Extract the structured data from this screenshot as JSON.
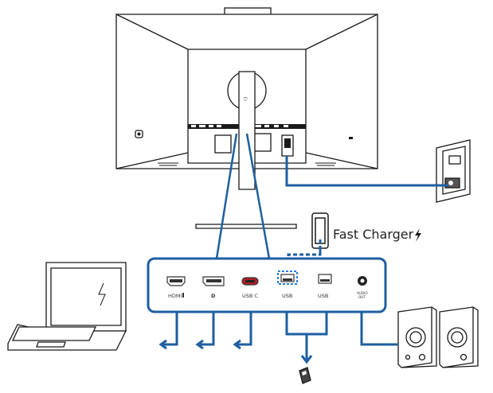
{
  "charger": {
    "label": "Fast Charger",
    "icon": "lightning-bolt-icon"
  },
  "ports": [
    {
      "id": "hdmi",
      "label": "HDMI",
      "icon": "hdmi-port-icon"
    },
    {
      "id": "dp",
      "label": "",
      "icon": "displayport-icon"
    },
    {
      "id": "usbc",
      "label": "USB C",
      "icon": "usb-c-port-icon"
    },
    {
      "id": "usb1",
      "label": "USB",
      "icon": "usb-a-port-icon"
    },
    {
      "id": "usb2",
      "label": "USB",
      "icon": "usb-a-port-icon"
    },
    {
      "id": "audio",
      "label": "AUDIO OUT",
      "label_line1": "AUDIO",
      "label_line2": "OUT",
      "icon": "audio-jack-icon"
    }
  ],
  "devices": [
    "monitor-rear",
    "laptop",
    "smartphone",
    "usb-flash-drive",
    "speakers",
    "wall-outlet"
  ],
  "colors": {
    "cable": "#1e5fa0",
    "outline": "#1a1a1a",
    "port_dark": "#333333",
    "usbc_fill": "#b0202a",
    "highlight": "#2a7de1"
  }
}
